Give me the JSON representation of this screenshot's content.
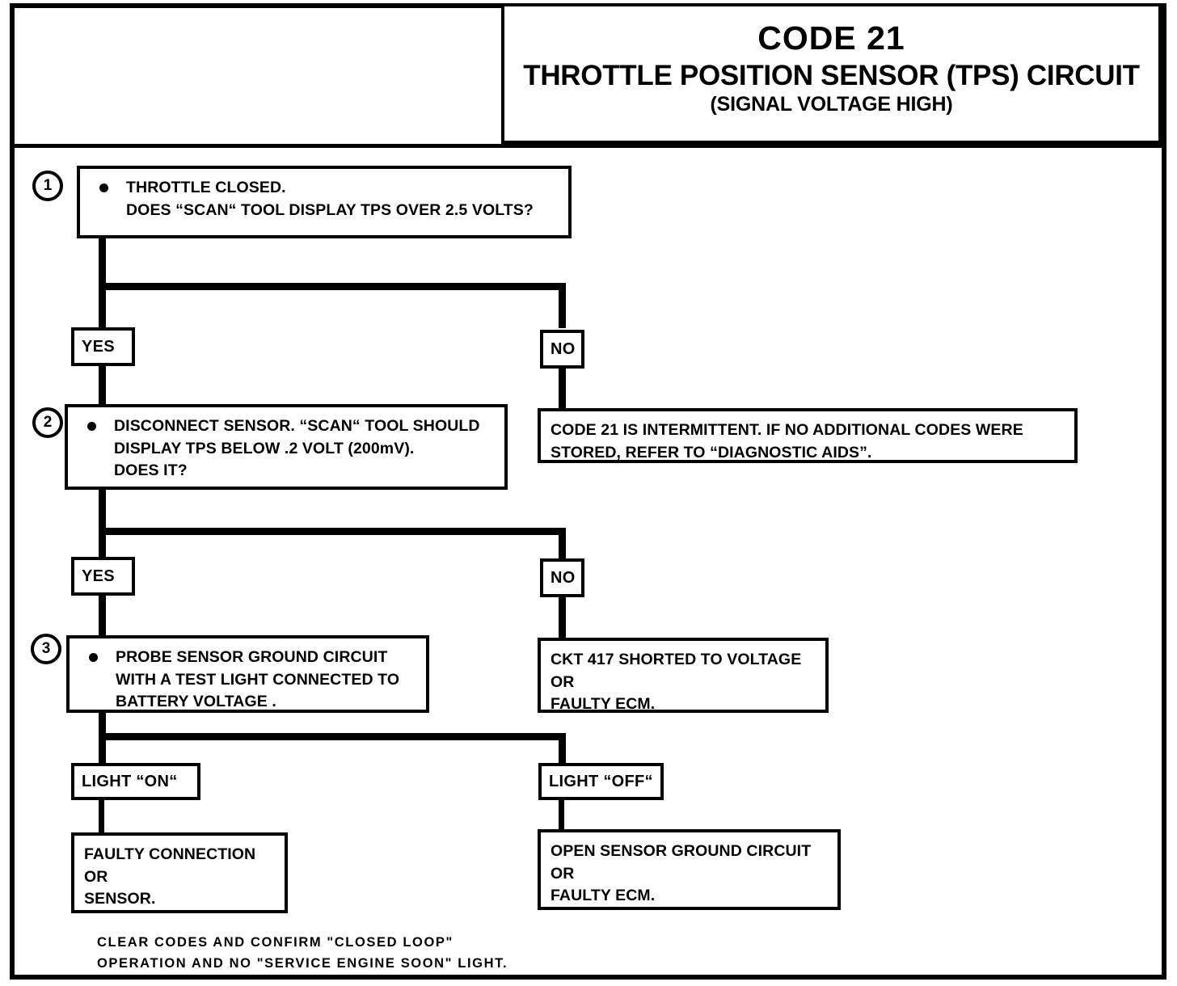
{
  "title": {
    "code": "CODE 21",
    "main": "THROTTLE POSITION SENSOR (TPS) CIRCUIT",
    "sub": "(SIGNAL VOLTAGE HIGH)"
  },
  "steps": [
    {
      "number": "1",
      "text": "THROTTLE CLOSED.\nDOES “SCAN“ TOOL DISPLAY TPS OVER 2.5 VOLTS?"
    },
    {
      "number": "2",
      "text": "DISCONNECT SENSOR. “SCAN“ TOOL SHOULD\nDISPLAY TPS BELOW .2 VOLT (200mV).\nDOES IT?"
    },
    {
      "number": "3",
      "text": "PROBE SENSOR GROUND CIRCUIT\nWITH A TEST LIGHT CONNECTED TO\nBATTERY VOLTAGE ."
    }
  ],
  "branch_labels": {
    "yes_1": "YES",
    "no_1": "NO",
    "yes_2": "YES",
    "no_2": "NO",
    "light_on": "LIGHT “ON“",
    "light_off": "LIGHT “OFF“"
  },
  "results": {
    "intermittent": "CODE 21 IS INTERMITTENT.  IF NO ADDITIONAL CODES WERE\nSTORED, REFER TO  “DIAGNOSTIC AIDS”.",
    "ckt417": "CKT 417 SHORTED TO VOLTAGE\nOR\nFAULTY ECM.",
    "faulty_connection": "FAULTY CONNECTION\nOR\nSENSOR.",
    "open_ground": "OPEN SENSOR GROUND CIRCUIT\nOR\nFAULTY ECM."
  },
  "footer": {
    "note": "CLEAR CODES AND CONFIRM \"CLOSED LOOP\"\nOPERATION AND NO \"SERVICE ENGINE SOON\" LIGHT."
  },
  "colors": {
    "ink": "#000000",
    "paper": "#ffffff"
  }
}
